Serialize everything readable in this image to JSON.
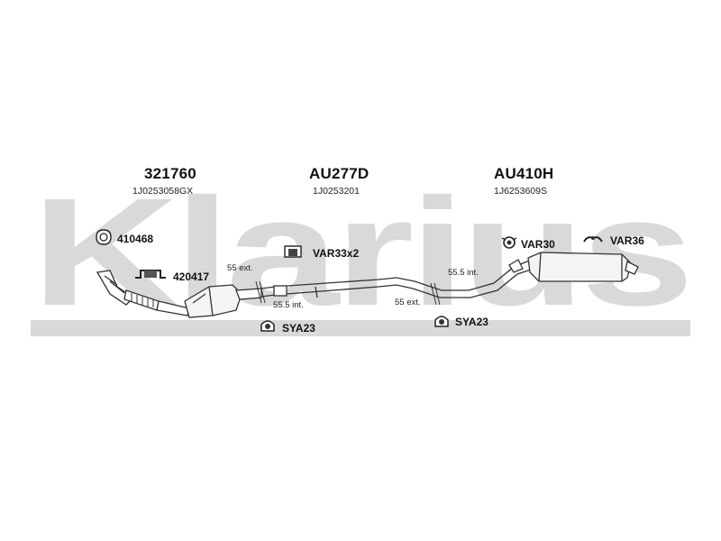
{
  "watermark": {
    "text": "Klarius",
    "color": "#d9d9d9"
  },
  "sections": [
    {
      "part_number": "321760",
      "oem_ref": "1J0253058GX"
    },
    {
      "part_number": "AU277D",
      "oem_ref": "1J0253201"
    },
    {
      "part_number": "AU410H",
      "oem_ref": "1J6253609S"
    }
  ],
  "fittings": [
    {
      "code": "410468",
      "icon": "gasket-icon"
    },
    {
      "code": "420417",
      "icon": "clamp-icon"
    },
    {
      "code": "VAR33x2",
      "icon": "bracket-icon"
    },
    {
      "code": "VAR30",
      "icon": "mount-icon"
    },
    {
      "code": "VAR36",
      "icon": "hanger-icon"
    },
    {
      "code": "SYA23",
      "icon": "rubber-mount-icon"
    },
    {
      "code": "SYA23",
      "icon": "rubber-mount-icon"
    }
  ],
  "dimensions": [
    {
      "text": "55 ext."
    },
    {
      "text": "55.5 int."
    },
    {
      "text": "55.5 int."
    },
    {
      "text": "55 ext."
    }
  ]
}
